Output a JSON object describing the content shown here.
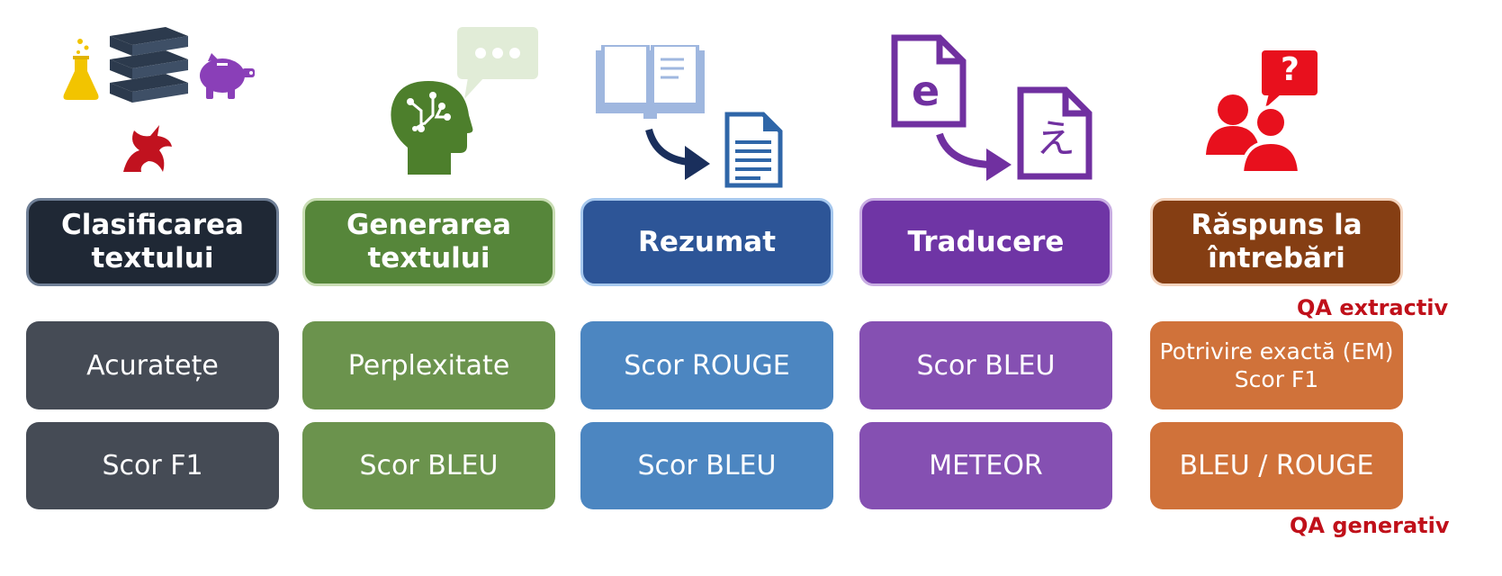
{
  "colors": {
    "classification": "#1f2835",
    "generation": "#56863a",
    "summary": "#2d5597",
    "translation": "#6f35a5",
    "qa": "#853e13",
    "metric_classification": "#454b55",
    "metric_generation": "#6b934d",
    "metric_summary": "#4c86c1",
    "metric_translation": "#8550b2",
    "metric_qa": "#d0723a",
    "note": "#c0101a"
  },
  "tasks": [
    {
      "title": "Clasificarea\ntextului",
      "metrics": [
        "Acuratețe",
        "Scor F1"
      ],
      "icon": "classification-icons"
    },
    {
      "title": "Generarea\ntextului",
      "metrics": [
        "Perplexitate",
        "Scor BLEU"
      ],
      "icon": "brain-speech-icon"
    },
    {
      "title": "Rezumat",
      "metrics": [
        "Scor ROUGE",
        "Scor BLEU"
      ],
      "icon": "book-to-document-icon"
    },
    {
      "title": "Traducere",
      "metrics": [
        "Scor BLEU",
        "METEOR"
      ],
      "icon": "translate-document-icon"
    },
    {
      "title": "Răspuns la\nîntrebări",
      "metrics": [
        "Potrivire exactă (EM)\nScor F1",
        "BLEU / ROUGE"
      ],
      "icon": "people-question-icon"
    }
  ],
  "icon_glyphs": {
    "translate_source": "e",
    "translate_target": "え",
    "question_mark": "?"
  },
  "notes": {
    "extractive": "QA extractiv",
    "generative": "QA generativ"
  }
}
